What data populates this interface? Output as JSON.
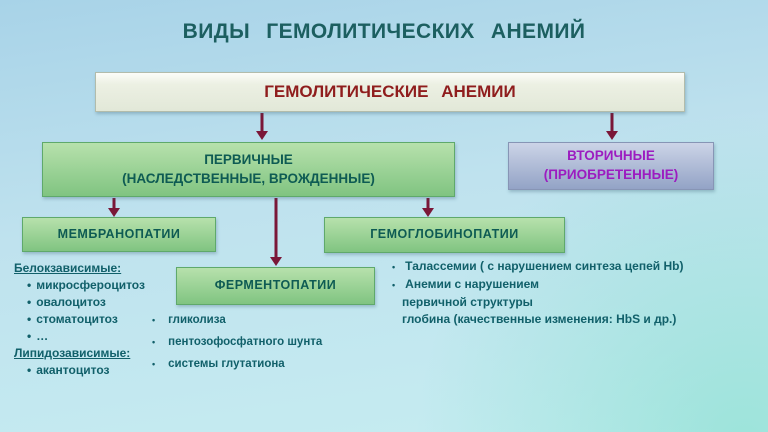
{
  "title": "ВИДЫ ГЕМОЛИТИЧЕСКИХ АНЕМИЙ",
  "boxes": {
    "root": "ГЕМОЛИТИЧЕСКИЕ АНЕМИИ",
    "primary_line1": "ПЕРВИЧНЫЕ",
    "primary_line2": "(НАСЛЕДСТВЕННЫЕ, ВРОЖДЕННЫЕ)",
    "secondary_line1": "ВТОРИЧНЫЕ",
    "secondary_line2": "(ПРИОБРЕТЕННЫЕ)",
    "membranopathies": "МЕМБРАНОПАТИИ",
    "hemoglobinopathies": "ГЕМОГЛОБИНОПАТИИ",
    "fermentopathies": "ФЕРМЕНТОПАТИИ"
  },
  "membranopathy_details": {
    "group1_title": "Белокзависимые:",
    "group1_items": [
      "микросфероцитоз",
      "овалоцитоз",
      "стоматоцитоз",
      "…"
    ],
    "group2_title": "Липидозависимые:",
    "group2_items": [
      "акантоцитоз"
    ]
  },
  "fermentopathy_details": {
    "items": [
      "гликолиза",
      "пентозофосфатного шунта",
      "системы глутатиона"
    ]
  },
  "hemoglobinopathy_details": {
    "item1": "Талассемии ( с нарушением синтеза цепей Hb)",
    "item2_line1": "Анемии с нарушением",
    "item2_line2": "первичной структуры",
    "item2_line3": "глобина (качественные изменения: HbS и др.)"
  },
  "icons": {
    "bullet": "•"
  },
  "colors": {
    "background_top": "#a8d3e8",
    "background_bottom": "#c6edf1",
    "title_text": "#1c5f60",
    "root_box_fill": "#e2e8d8",
    "root_box_text": "#8f1d1d",
    "green_box_fill_top": "#b7e1ac",
    "green_box_fill_bottom": "#80c481",
    "green_box_border": "#5fa96b",
    "green_box_text": "#0e5b53",
    "secondary_box_fill_top": "#ccd4e7",
    "secondary_box_fill_bottom": "#93a3c6",
    "secondary_box_border": "#8795b5",
    "secondary_box_text": "#9c1cc0",
    "arrow": "#7a1738",
    "list_text": "#11606a"
  }
}
